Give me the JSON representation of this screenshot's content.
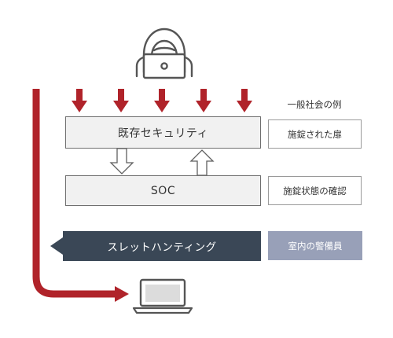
{
  "analogy_heading": "一般社会の例",
  "layers": {
    "security": "既存セキュリティ",
    "soc": "SOC",
    "hunting": "スレットハンティング"
  },
  "analogies": {
    "security": "施錠された扉",
    "soc": "施錠状態の確認",
    "hunting": "室内の警備員"
  },
  "icons": {
    "attacker": "hooded-hacker-laptop-icon",
    "target": "laptop-icon"
  },
  "colors": {
    "attack": "#b0232a",
    "dark": "#3a4756",
    "muted": "#98a0b8",
    "box_fill": "#f1f1f1",
    "line": "#5f5f5f"
  }
}
